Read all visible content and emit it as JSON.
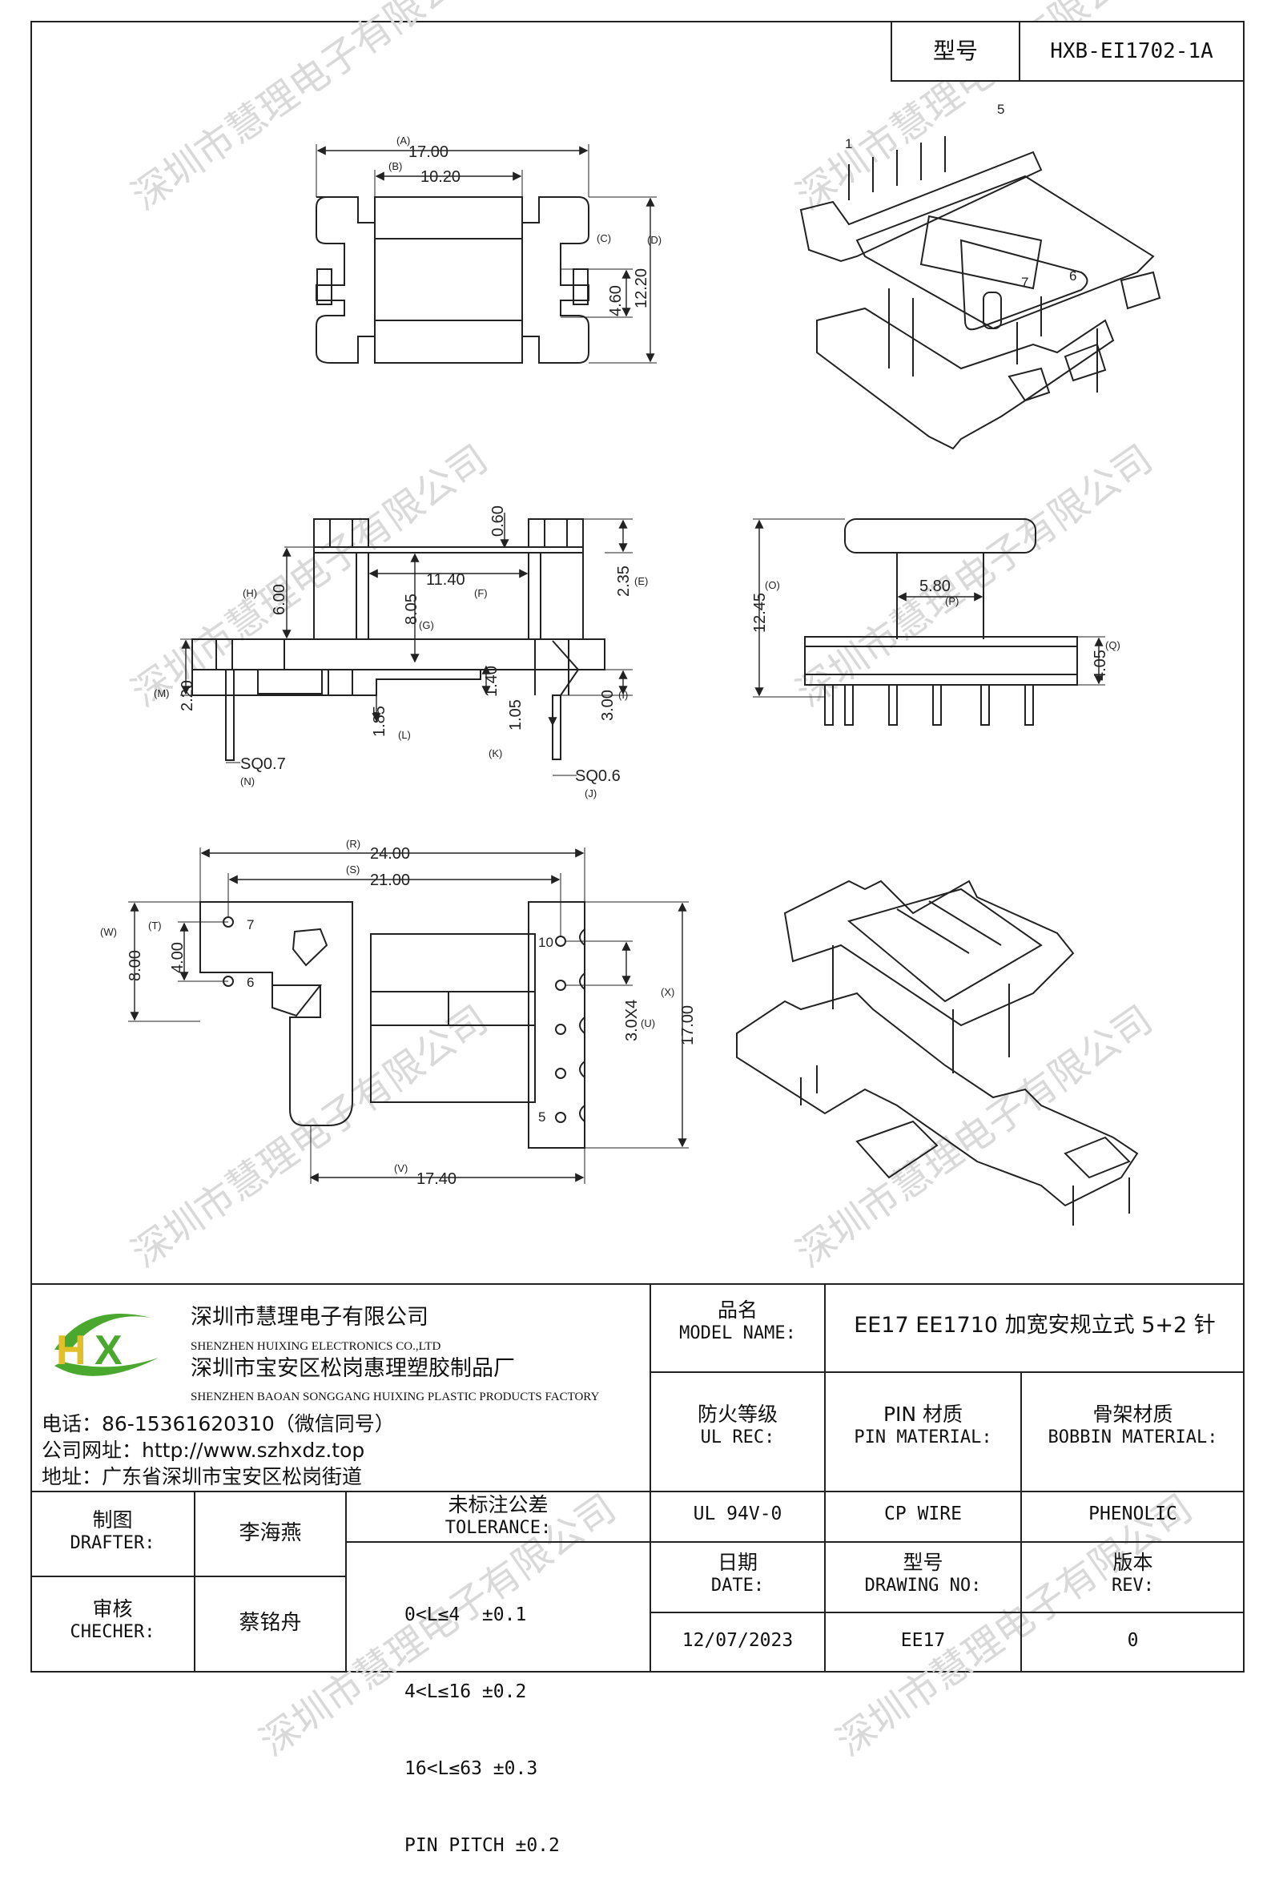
{
  "header": {
    "type_label": "型号",
    "type_value": "HXB-EI1702-1A"
  },
  "watermark": "深圳市慧理电子有限公司",
  "drawing": {
    "pins_top": [
      "1",
      "5"
    ],
    "pins_side": [
      "7",
      "6"
    ],
    "pins_bottom_left": [
      "7",
      "6"
    ],
    "pins_bottom_right": [
      "10",
      "5"
    ],
    "A": "(A)",
    "A_val": "17.00",
    "B": "(B)",
    "B_val": "10.20",
    "C": "(C)",
    "C_val": "4.60",
    "D": "(D)",
    "D_val": "12.20",
    "E": "(E)",
    "E_val": "2.35",
    "F": "(F)",
    "F_val": "11.40",
    "G": "(G)",
    "G_val": "8.05",
    "H": "(H)",
    "H_val": "6.00",
    "top_gap": "0.60",
    "I": "(I)",
    "I_val": "3.00",
    "J": "(J)",
    "J_val": "SQ0.6",
    "K": "(K)",
    "K_val": "1.05",
    "K2_val": "1.40",
    "L": "(L)",
    "L_val": "1.85",
    "M": "(M)",
    "M_val": "2.20",
    "N": "(N)",
    "N_val": "SQ0.7",
    "O": "(O)",
    "O_val": "12.45",
    "P": "(P)",
    "P_val": "5.80",
    "Q": "(Q)",
    "Q_val": "4.05",
    "R": "(R)",
    "R_val": "24.00",
    "S": "(S)",
    "S_val": "21.00",
    "T": "(T)",
    "T_val": "4.00",
    "U": "(U)",
    "U_val": "3.0X4",
    "V": "(V)",
    "V_val": "17.40",
    "W": "(W)",
    "W_val": "8.00",
    "X": "(X)",
    "X_val": "17.00"
  },
  "company": {
    "name_cn": "深圳市慧理电子有限公司",
    "name_en": "SHENZHEN HUIXING ELECTRONICS CO.,LTD",
    "factory_cn": "深圳市宝安区松岗惠理塑胶制品厂",
    "factory_en": "SHENZHEN BAOAN SONGGANG HUIXING PLASTIC PRODUCTS FACTORY",
    "phone": "电话：86-15361620310（微信同号）",
    "web": "公司网址：http://www.szhxdz.top",
    "address": "地址：广东省深圳市宝安区松岗街道",
    "logo_text": "HX"
  },
  "titleblock": {
    "model_label_cn": "品名",
    "model_label_en": "MODEL NAME:",
    "model_value": "EE17 EE1710 加宽安规立式 5+2 针",
    "fire_label_cn": "防火等级",
    "fire_label_en": "UL REC:",
    "pin_label_cn": "PIN 材质",
    "pin_label_en": "PIN MATERIAL:",
    "bobbin_label_cn": "骨架材质",
    "bobbin_label_en": "BOBBIN MATERIAL:",
    "fire_value": "UL 94V-0",
    "pin_value": "CP WIRE",
    "bobbin_value": "PHENOLIC",
    "drafter_cn": "制图",
    "drafter_en": "DRAFTER:",
    "drafter_name": "李海燕",
    "checker_cn": "审核",
    "checker_en": "CHECHER:",
    "checker_name": "蔡铭舟",
    "tol_cn": "未标注公差",
    "tol_en": "TOLERANCE:",
    "tol_lines": [
      "0<L≤4  ±0.1",
      "4<L≤16 ±0.2",
      "16<L≤63 ±0.3",
      "PIN PITCH ±0.2"
    ],
    "date_cn": "日期",
    "date_en": "DATE:",
    "drawno_cn": "型号",
    "drawno_en": "DRAWING NO:",
    "rev_cn": "版本",
    "rev_en": "REV:",
    "date_value": "12/07/2023",
    "drawno_value": "EE17",
    "rev_value": "0"
  },
  "colors": {
    "line": "#222222",
    "logo_green": "#4aa82e",
    "logo_yellow": "#e0c02a",
    "watermark": "#d9d9d9"
  }
}
